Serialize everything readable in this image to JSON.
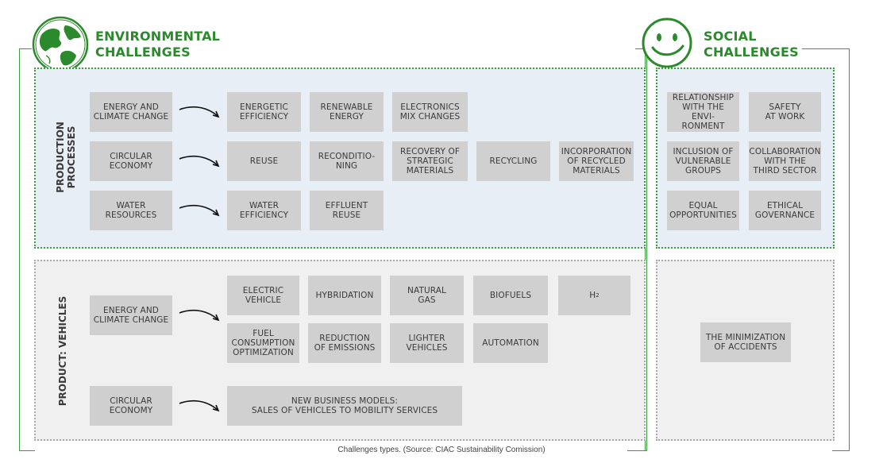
{
  "headings": {
    "environmental": "ENVIRONMENTAL\nCHALLENGES",
    "social": "SOCIAL\nCHALLENGES"
  },
  "icons": {
    "environmental": "globe-icon",
    "social": "smiley-face-icon"
  },
  "colors": {
    "accent_green": "#2b8a2b",
    "frame_green": "#3f9a3f",
    "production_panel_bg": "#e8eef6",
    "vehicles_panel_bg": "#f0f0f0",
    "box_gray": "#d0d0d0"
  },
  "sections": {
    "production": {
      "title": "PRODUCTION\nPROCESSES",
      "rows": [
        {
          "label": "ENERGY AND\nCLIMATE CHANGE",
          "items": [
            "ENERGETIC\nEFFICIENCY",
            "RENEWABLE\nENERGY",
            "ELECTRONICS\nMIX CHANGES"
          ]
        },
        {
          "label": "CIRCULAR\nECONOMY",
          "items": [
            "REUSE",
            "RECONDITIO-\nNING",
            "RECOVERY OF\nSTRATEGIC\nMATERIALS",
            "RECYCLING",
            "INCORPORATION\nOF RECYCLED\nMATERIALS"
          ]
        },
        {
          "label": "WATER\nRESOURCES",
          "items": [
            "WATER\nEFFICIENCY",
            "EFFLUENT\nREUSE"
          ]
        }
      ],
      "social_items": [
        "RELATIONSHIP\nWITH THE ENVI-\nRONMENT",
        "SAFETY\nAT WORK",
        "INCLUSION OF\nVULNERABLE\nGROUPS",
        "COLLABORATION\nWITH THE\nTHIRD SECTOR",
        "EQUAL\nOPPORTUNITIES",
        "ETHICAL\nGOVERNANCE"
      ]
    },
    "vehicles": {
      "title": "PRODUCT: VEHICLES",
      "energy_label": "ENERGY AND\nCLIMATE CHANGE",
      "energy_items_row1": [
        "ELECTRIC\nVEHICLE",
        "HYBRIDATION",
        "NATURAL\nGAS",
        "BIOFUELS"
      ],
      "h2_base": "H",
      "h2_sub": "2",
      "energy_items_row2": [
        "FUEL\nCONSUMPTION\nOPTIMIZATION",
        "REDUCTION\nOF EMISSIONS",
        "LIGHTER\nVEHICLES",
        "AUTOMATION"
      ],
      "circular_label": "CIRCULAR\nECONOMY",
      "circular_item": "NEW BUSINESS MODELS:\nSALES OF VEHICLES TO MOBILITY SERVICES",
      "social_item": "THE MINIMIZATION\nOF ACCIDENTS"
    }
  },
  "caption": "Challenges types. (Source: CIAC Sustainability Comission)"
}
